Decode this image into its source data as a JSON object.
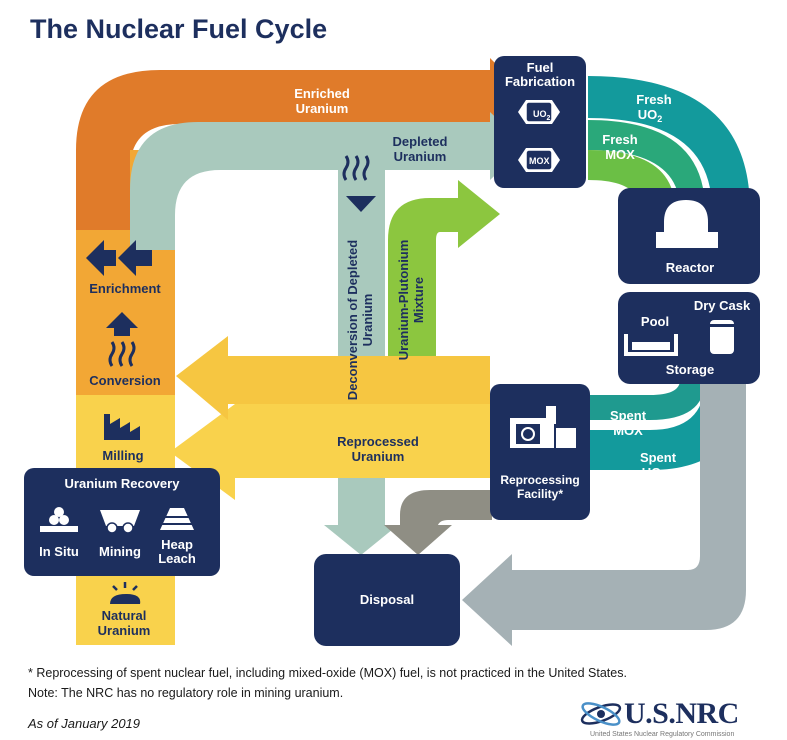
{
  "title": "The Nuclear Fuel Cycle",
  "labels": {
    "enriched_uranium": [
      "Enriched",
      "Uranium"
    ],
    "depleted_uranium": [
      "Depleted",
      "Uranium"
    ],
    "fuel_fabrication": [
      "Fuel",
      "Fabrication"
    ],
    "uo2": "UO",
    "mox": "MOX",
    "fresh_uo2": [
      "Fresh",
      "UO"
    ],
    "fresh_mox": [
      "Fresh",
      "MOX"
    ],
    "reactor": "Reactor",
    "pool": "Pool",
    "dry_cask": "Dry Cask",
    "storage": "Storage",
    "spent_mox": [
      "Spent",
      "MOX"
    ],
    "spent_uo2": [
      "Spent",
      "UO"
    ],
    "reprocessing_facility": [
      "Reprocessing",
      "Facility*"
    ],
    "reprocessed_uranium": [
      "Reprocessed",
      "Uranium"
    ],
    "uranium_plutonium_mixture": [
      "Uranium-Plutonium",
      "Mixture"
    ],
    "deconversion": [
      "Deconversion of Depleted",
      "Uranium"
    ],
    "disposal": "Disposal",
    "enrichment": "Enrichment",
    "conversion": "Conversion",
    "milling": "Milling",
    "uranium_recovery": "Uranium Recovery",
    "in_situ": "In Situ",
    "mining": "Mining",
    "heap_leach": [
      "Heap",
      "Leach"
    ],
    "natural_uranium": [
      "Natural",
      "Uranium"
    ],
    "subscript_2": "2"
  },
  "footnote": "* Reprocessing of spent nuclear fuel, including mixed-oxide (MOX) fuel, is not practiced in the United States.",
  "note": "Note: The NRC has no regulatory role in mining uranium.",
  "as_of": "As of January 2019",
  "logo": "U.S.NRC",
  "logo_subtitle": "United States Nuclear Regulatory Commission",
  "colors": {
    "navy": "#1d2f5e",
    "orange": "#e07b2a",
    "gold": "#f2a735",
    "yellow": "#f9d24c",
    "sage": "#a9c9bd",
    "green": "#8cc63f",
    "teal": "#139a9c",
    "gray": "#a5b1b5",
    "taupe": "#8f8e84"
  }
}
